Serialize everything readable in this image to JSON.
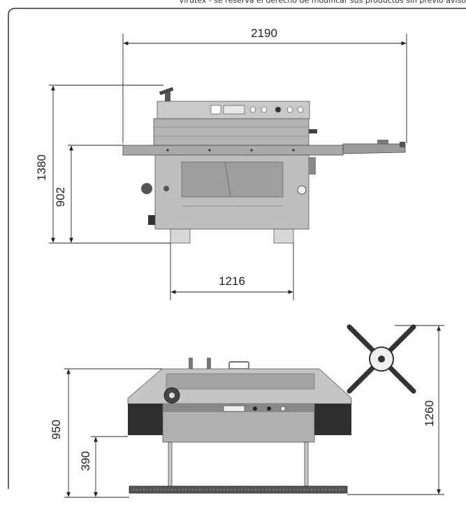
{
  "header": {
    "notice": "Virutex - se reserva el derecho de modificar sus productos sin previo aviso"
  },
  "dimensions": {
    "front_width": "2190",
    "front_total_height": "1380",
    "front_table_height": "902",
    "front_base_width": "1216",
    "side_height": "950",
    "side_lower_height": "390",
    "side_total_height": "1260"
  },
  "colors": {
    "frame": "#333333",
    "machine_body": "#bdbdbd",
    "machine_dark": "#2f2f2f",
    "machine_panel": "#9e9e9e"
  }
}
